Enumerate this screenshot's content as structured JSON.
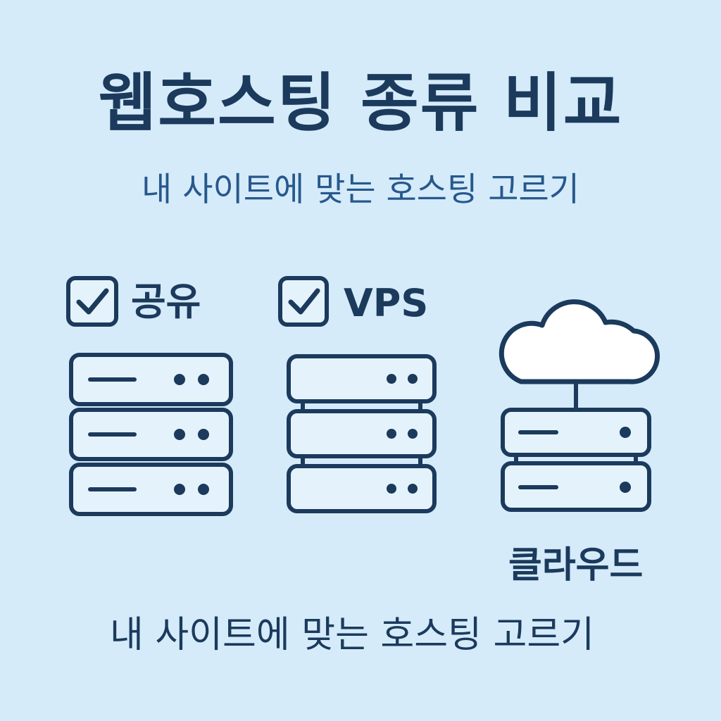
{
  "title": "웹호스팅 종류 비교",
  "subtitle": "내 사이트에 맞는 호스팅 고르기",
  "options": {
    "shared": {
      "label": "공유",
      "checked": true,
      "icon": "server-stack-icon"
    },
    "vps": {
      "label": "VPS",
      "checked": true,
      "icon": "server-stack-icon"
    },
    "cloud": {
      "label": "클라우드",
      "icon": "cloud-server-icon"
    }
  },
  "footer": "내 사이트에 맞는 호스팅 고르기",
  "colors": {
    "background": "#d5ebfa",
    "navy": "#1b3a5c",
    "subtitle_blue": "#27588c",
    "box_fill": "#e4f2fc",
    "cloud_fill": "#ffffff"
  }
}
